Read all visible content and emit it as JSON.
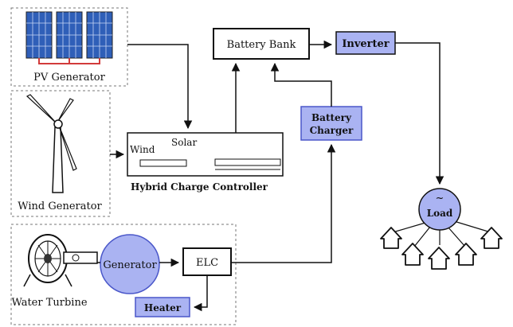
{
  "pv_generator": {
    "label": "PV Generator"
  },
  "wind_generator": {
    "label": "Wind Generator"
  },
  "hybrid_controller": {
    "label": "Hybrid Charge Controller",
    "wind_label": "Wind",
    "solar_label": "Solar"
  },
  "battery_bank": {
    "label": "Battery Bank"
  },
  "inverter": {
    "label": "Inverter"
  },
  "battery_charger": {
    "label_line1": "Battery",
    "label_line2": "Charger"
  },
  "load": {
    "symbol": "~",
    "label": "Load"
  },
  "water_turbine": {
    "label": "Water Turbine"
  },
  "generator": {
    "label": "Generator"
  },
  "elc": {
    "label": "ELC"
  },
  "heater": {
    "label": "Heater"
  },
  "colors": {
    "accent_fill": "#aab3f2",
    "accent_stroke": "#4a57c9",
    "solar_cell": "#2f5fb8",
    "pv_wiring": "#d23a3a",
    "line": "#111111"
  }
}
